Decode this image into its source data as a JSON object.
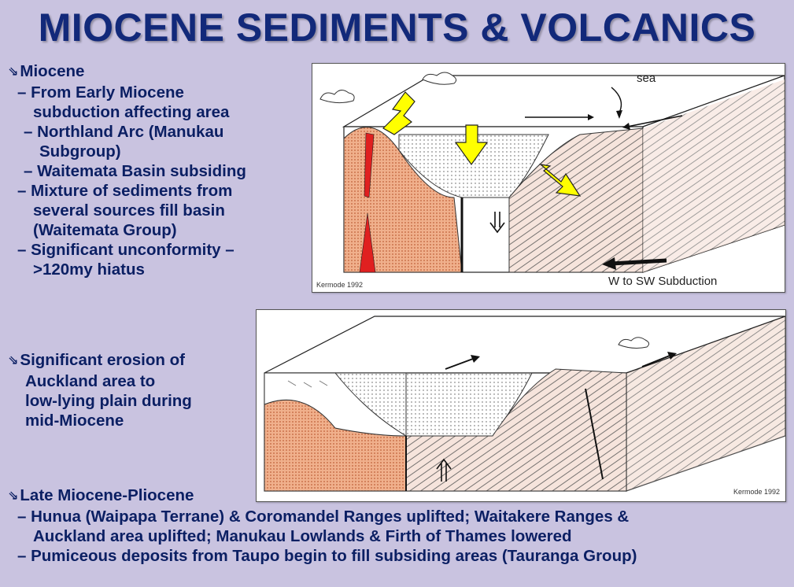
{
  "title": "MIOCENE SEDIMENTS & VOLCANICS",
  "section1": {
    "heading": "Miocene",
    "lines": [
      "– From Early Miocene",
      "subduction affecting area",
      "– Northland Arc (Manukau",
      "Subgroup)",
      "– Waitemata Basin subsiding",
      "– Mixture of sediments from",
      "several sources fill basin",
      "(Waitemata Group)",
      "– Significant unconformity –",
      ">120my hiatus"
    ]
  },
  "section2": {
    "heading": "Significant erosion of",
    "lines": [
      "Auckland area to",
      "low-lying plain during",
      "mid-Miocene"
    ]
  },
  "section3": {
    "heading": "Late Miocene-Pliocene",
    "lines": [
      "– Hunua (Waipapa Terrane) & Coromandel Ranges uplifted; Waitakere Ranges &",
      "Auckland area uplifted; Manukau Lowlands & Firth of Thames lowered",
      "– Pumiceous deposits from Taupo begin to fill subsiding areas (Tauranga Group)"
    ]
  },
  "figure1": {
    "sea_label": "sea",
    "subduction_label": "W to SW Subduction",
    "credit": "Kermode 1992",
    "icon": "block-diagram-image"
  },
  "figure2": {
    "credit": "Kermode 1992",
    "icon": "block-diagram-image"
  },
  "colors": {
    "background": "#c9c3e0",
    "title": "#12297a",
    "text": "#0b1f63",
    "arrow_fill": "#ffff00",
    "orange_rock": "#e8a07a",
    "red_intrusion": "#e02020"
  }
}
